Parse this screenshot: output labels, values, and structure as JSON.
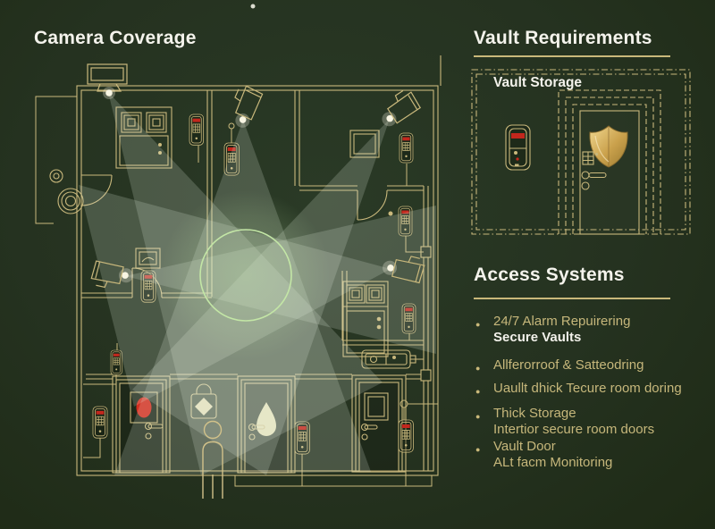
{
  "colors": {
    "background": "#253220",
    "line_gold": "#c9b87c",
    "text_gold": "#c6b77b",
    "text_white": "#f2f1ea",
    "alert_red": "#c3271d",
    "beam_green": "#e8f4e4",
    "circle_green": "#c3e6a6",
    "shield_gold": "#d9bd72"
  },
  "camera_panel": {
    "title": "Camera Coverage"
  },
  "vault_panel": {
    "title": "Vault Requirements",
    "box_label": "Vault Storage"
  },
  "access_panel": {
    "title": "Access Systems",
    "items": [
      {
        "line1": "24/7 Alarm Repuirering",
        "line2": "Secure Vaults"
      },
      {
        "line1": "Allferorroof & Satteodring"
      },
      {
        "line1": "Uaullt dhick Tecure room doring"
      },
      {
        "line1": "Thick Storage",
        "line2": "Intertior secure room doors"
      },
      {
        "line1": "Vault Door",
        "line2": "ALt facm Monitoring"
      }
    ]
  },
  "icons": {
    "cctv-camera": "surveillance camera with light beam",
    "keypad": "wall access keypad with red indicator",
    "badge": "hanging access badge",
    "shield": "gold vault shield emblem",
    "person": "person silhouette outline",
    "padlock": "secured lock with diamond",
    "alarm-light": "red alarm light on door",
    "droplet": "droplet emblem on door",
    "card-reader": "horizontal card reader",
    "motion-sensor": "concentric circle sensors",
    "coverage-circle": "central camera coverage circle"
  }
}
